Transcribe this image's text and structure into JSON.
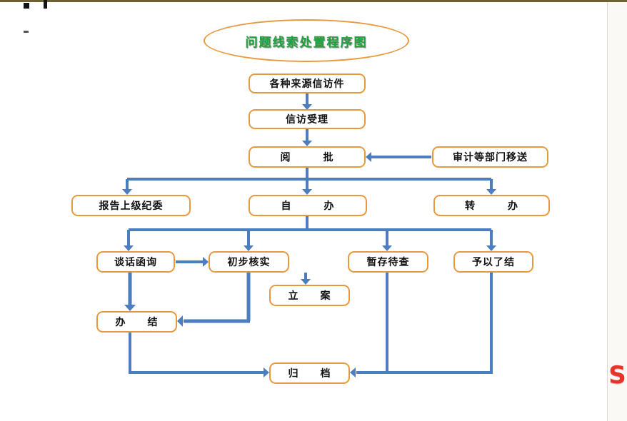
{
  "title": "问题线索处置程序图",
  "nodes": {
    "sources": "各种来源信访件",
    "acceptance": "信访受理",
    "review": "阅　　　批",
    "audit_transfer": "审计等部门移送",
    "report_committee": "报告上级纪委",
    "self_handle": "自　　　办",
    "transfer_handle": "转　　　办",
    "talk_inquiry": "谈话函询",
    "preliminary_verify": "初步核实",
    "hold_pending": "暂存待查",
    "conclude": "予以了结",
    "file_case": "立　　案",
    "finish": "办　　结",
    "archive": "归　　档"
  },
  "watermark": "S",
  "colors": {
    "box_border": "#E8993E",
    "arrow_blue": "#4C7DBE",
    "title_green": "#1EA23C",
    "watermark_red": "#E5342B",
    "top_bar_olive": "#6E6135"
  }
}
